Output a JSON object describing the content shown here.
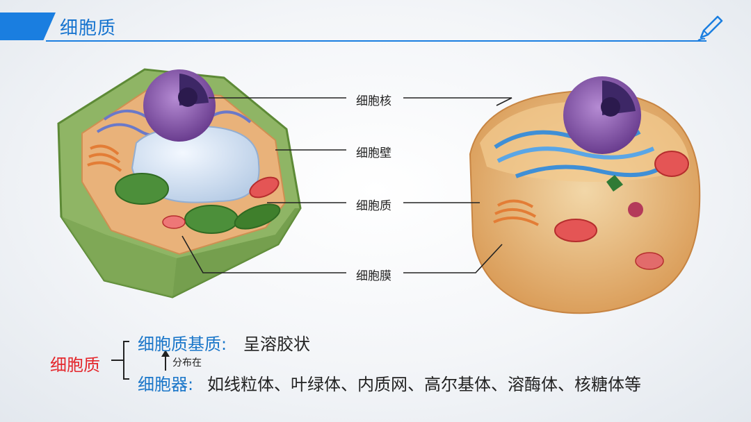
{
  "header": {
    "title": "细胞质"
  },
  "labels": {
    "nucleus": "细胞核",
    "cell_wall": "细胞壁",
    "cytoplasm": "细胞质",
    "membrane": "细胞膜"
  },
  "summary": {
    "main": "细胞质",
    "matrix_label": "细胞质基质:",
    "matrix_desc": "呈溶胶状",
    "distributed": "分布在",
    "organelle_label": "细胞器:",
    "organelle_desc": "如线粒体、叶绿体、内质网、高尔基体、溶酶体、核糖体等"
  },
  "colors": {
    "accent_blue": "#1a7ee0",
    "summary_red": "#e4262b",
    "summary_blue": "#1a76c9"
  }
}
